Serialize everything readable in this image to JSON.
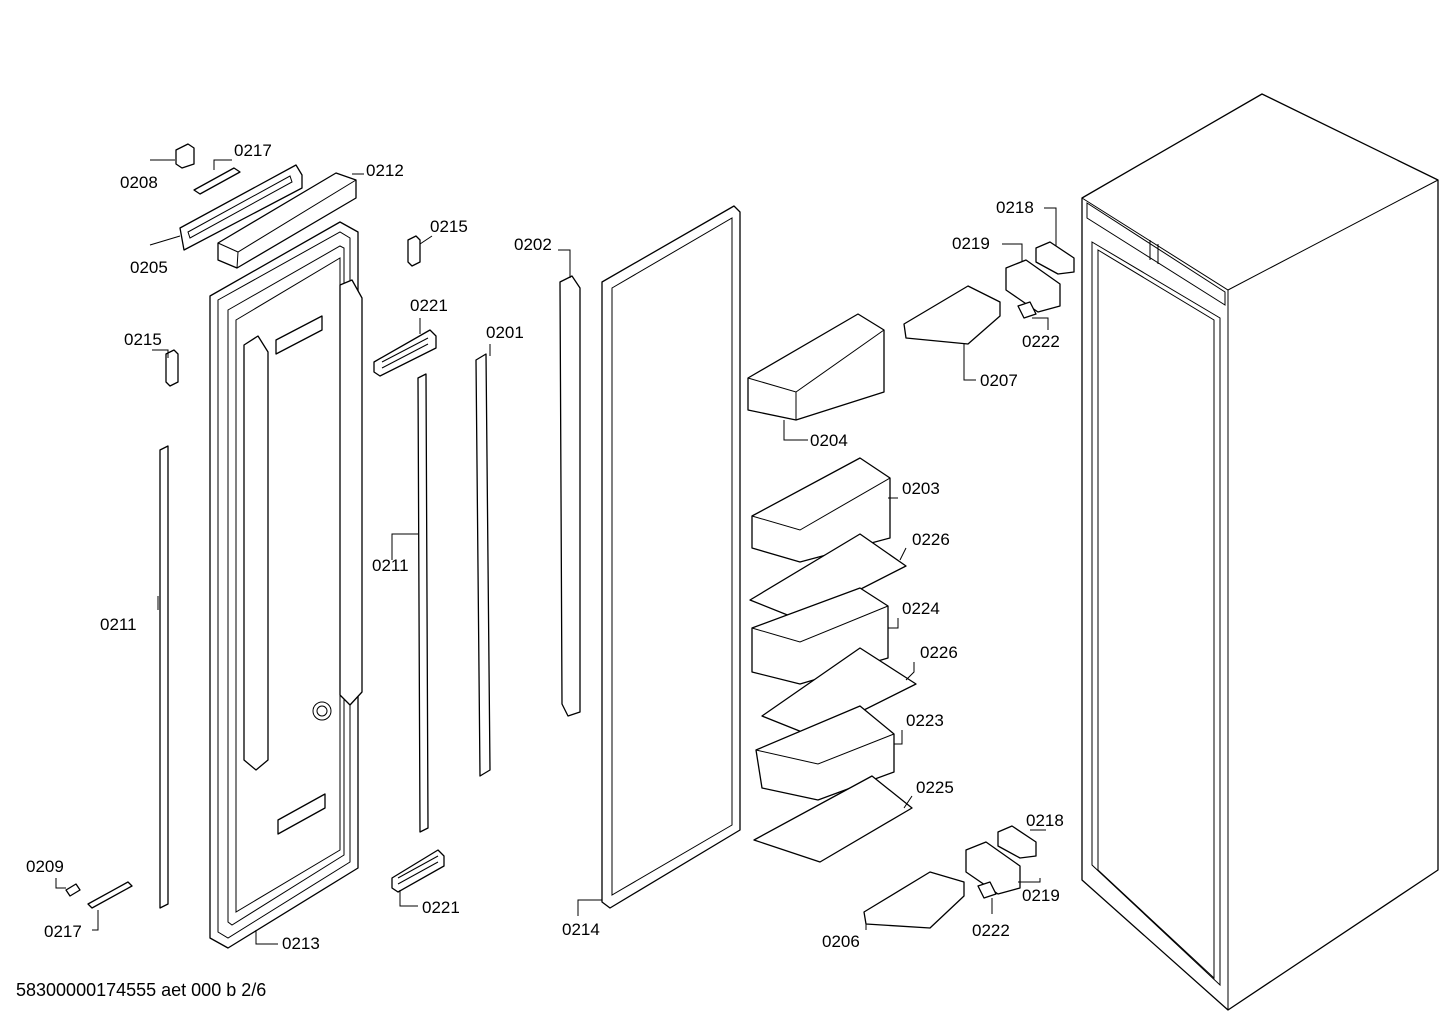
{
  "footer_text": "58300000174555 aet 000 b 2/6",
  "labels": {
    "l0208": "0208",
    "l0217a": "0217",
    "l0212": "0212",
    "l0205": "0205",
    "l0215a": "0215",
    "l0215b": "0215",
    "l0221a": "0221",
    "l0201": "0201",
    "l0202": "0202",
    "l0211a": "0211",
    "l0211b": "0211",
    "l0213": "0213",
    "l0209": "0209",
    "l0217b": "0217",
    "l0221b": "0221",
    "l0214": "0214",
    "l0218a": "0218",
    "l0219a": "0219",
    "l0222a": "0222",
    "l0207": "0207",
    "l0204": "0204",
    "l0203": "0203",
    "l0226a": "0226",
    "l0224": "0224",
    "l0226b": "0226",
    "l0223": "0223",
    "l0225": "0225",
    "l0218b": "0218",
    "l0219b": "0219",
    "l0222b": "0222",
    "l0206": "0206"
  }
}
